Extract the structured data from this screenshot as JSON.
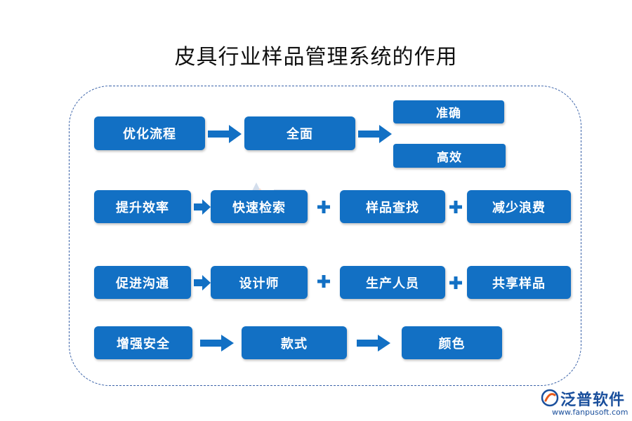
{
  "title": "皮具行业样品管理系统的作用",
  "colors": {
    "box": "#1270c4",
    "arrow": "#1270c4",
    "frame": "#3a62a8",
    "logo": "#1a4f9c",
    "logo_accent": "#e85a1a"
  },
  "rows": {
    "row1": {
      "label": "优化流程",
      "middle": "全面",
      "outcome_top": "准确",
      "outcome_bottom": "高效"
    },
    "row2": {
      "label": "提升效率",
      "items": [
        "快速检索",
        "样品查找",
        "减少浪费"
      ]
    },
    "row3": {
      "label": "促进沟通",
      "items": [
        "设计师",
        "生产人员",
        "共享样品"
      ]
    },
    "row4": {
      "label": "增强安全",
      "items": [
        "款式",
        "颜色"
      ]
    }
  },
  "logo": {
    "name": "泛普软件",
    "url": "www.fanpusoft.com",
    "icon": "fanpu-logo-icon"
  }
}
